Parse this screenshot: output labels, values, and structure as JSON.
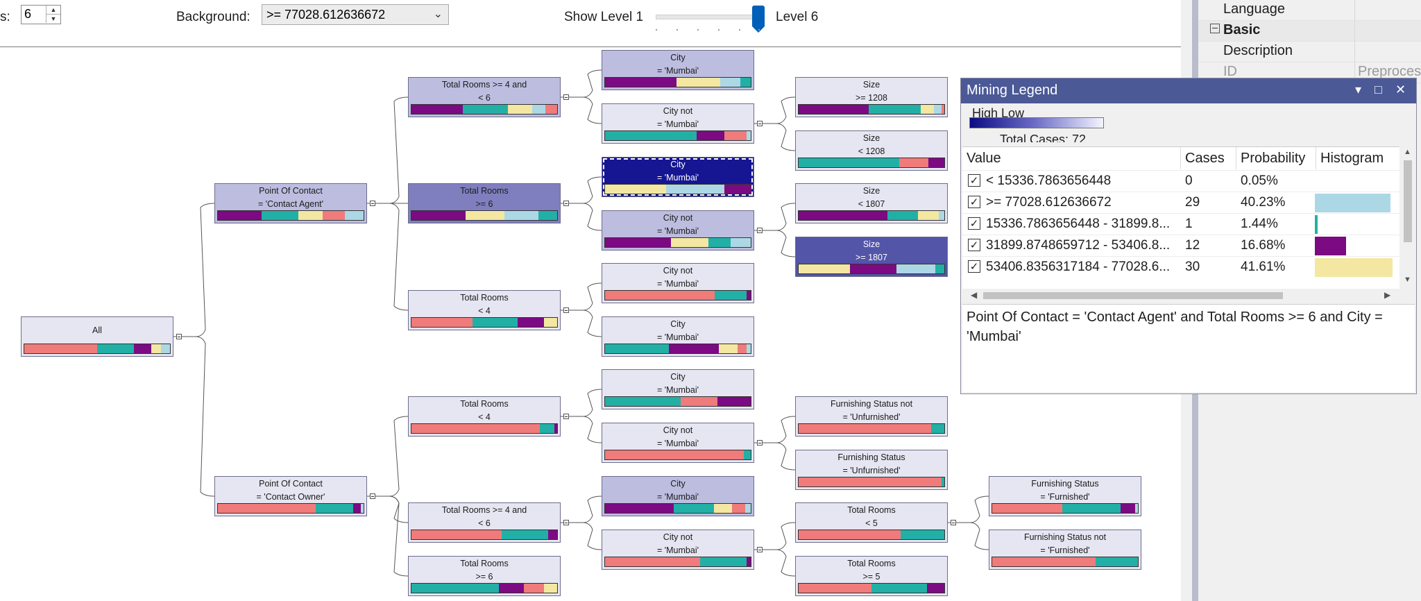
{
  "toolbar": {
    "levels_label": "s:",
    "levels_value": "6",
    "background_label": "Background:",
    "background_value": ">= 77028.612636672",
    "show_level_label": "Show Level 1",
    "level_max_label": "Level 6",
    "slider_value_level": 6
  },
  "colors": {
    "salmon": "#ef7b7b",
    "teal": "#22b0a6",
    "purple": "#7c0a82",
    "cream": "#f3e7a2",
    "lightblue": "#acd8e6",
    "node_light": "#e6e6f2",
    "node_mid": "#bdbde0",
    "node_dark": "#7f7fbf",
    "node_darker": "#5355a8",
    "node_selected": "#161693",
    "legend_header": "#4b5997"
  },
  "tree": {
    "nodes": [
      {
        "id": "all",
        "line1": "All",
        "line2": "",
        "shade": "node_light",
        "bar": [
          [
            "salmon",
            50
          ],
          [
            "teal",
            25
          ],
          [
            "purple",
            12
          ],
          [
            "cream",
            7
          ],
          [
            "lightblue",
            6
          ]
        ]
      },
      {
        "id": "poc-agent",
        "line1": "Point Of Contact",
        "line2": "= 'Contact Agent'",
        "shade": "node_mid",
        "bar": [
          [
            "purple",
            30
          ],
          [
            "teal",
            25
          ],
          [
            "cream",
            17
          ],
          [
            "salmon",
            15
          ],
          [
            "lightblue",
            13
          ]
        ]
      },
      {
        "id": "poc-owner",
        "line1": "Point Of Contact",
        "line2": "= 'Contact Owner'",
        "shade": "node_light",
        "bar": [
          [
            "salmon",
            67
          ],
          [
            "teal",
            26
          ],
          [
            "purple",
            5
          ],
          [
            "lightblue",
            2
          ]
        ]
      },
      {
        "id": "a-tr-4-6",
        "line1": "Total Rooms >= 4 and",
        "line2": "< 6",
        "shade": "node_mid",
        "bar": [
          [
            "purple",
            35
          ],
          [
            "teal",
            31
          ],
          [
            "cream",
            17
          ],
          [
            "lightblue",
            9
          ],
          [
            "salmon",
            8
          ]
        ]
      },
      {
        "id": "a-tr-ge6",
        "line1": "Total Rooms",
        "line2": ">= 6",
        "shade": "node_dark",
        "bar": [
          [
            "purple",
            37
          ],
          [
            "cream",
            27
          ],
          [
            "lightblue",
            23
          ],
          [
            "teal",
            13
          ]
        ]
      },
      {
        "id": "a-tr-lt4",
        "line1": "Total Rooms",
        "line2": "< 4",
        "shade": "node_light",
        "bar": [
          [
            "salmon",
            42
          ],
          [
            "teal",
            31
          ],
          [
            "purple",
            18
          ],
          [
            "cream",
            9
          ]
        ]
      },
      {
        "id": "o-tr-lt4",
        "line1": "Total Rooms",
        "line2": "< 4",
        "shade": "node_light",
        "bar": [
          [
            "salmon",
            88
          ],
          [
            "teal",
            10
          ],
          [
            "purple",
            2
          ]
        ]
      },
      {
        "id": "o-tr-4-6",
        "line1": "Total Rooms >= 4 and",
        "line2": "< 6",
        "shade": "node_light",
        "bar": [
          [
            "salmon",
            62
          ],
          [
            "teal",
            32
          ],
          [
            "purple",
            6
          ]
        ]
      },
      {
        "id": "o-tr-ge6",
        "line1": "Total Rooms",
        "line2": ">= 6",
        "shade": "node_light",
        "bar": [
          [
            "teal",
            60
          ],
          [
            "purple",
            17
          ],
          [
            "salmon",
            14
          ],
          [
            "cream",
            9
          ]
        ]
      },
      {
        "id": "c1",
        "line1": "City",
        "line2": "= 'Mumbai'",
        "shade": "node_mid",
        "bar": [
          [
            "purple",
            49
          ],
          [
            "cream",
            30
          ],
          [
            "lightblue",
            14
          ],
          [
            "teal",
            7
          ]
        ]
      },
      {
        "id": "c2",
        "line1": "City not",
        "line2": "= 'Mumbai'",
        "shade": "node_light",
        "bar": [
          [
            "teal",
            63
          ],
          [
            "purple",
            19
          ],
          [
            "salmon",
            15
          ],
          [
            "lightblue",
            3
          ]
        ]
      },
      {
        "id": "c3",
        "line1": "City",
        "line2": "= 'Mumbai'",
        "shade": "node_selected",
        "bar": [
          [
            "cream",
            42
          ],
          [
            "lightblue",
            40
          ],
          [
            "purple",
            18
          ]
        ]
      },
      {
        "id": "c4",
        "line1": "City not",
        "line2": "= 'Mumbai'",
        "shade": "node_mid",
        "bar": [
          [
            "purple",
            45
          ],
          [
            "cream",
            26
          ],
          [
            "teal",
            15
          ],
          [
            "lightblue",
            14
          ]
        ]
      },
      {
        "id": "c5",
        "line1": "City not",
        "line2": "= 'Mumbai'",
        "shade": "node_light",
        "bar": [
          [
            "salmon",
            75
          ],
          [
            "teal",
            22
          ],
          [
            "purple",
            3
          ]
        ]
      },
      {
        "id": "c6",
        "line1": "City",
        "line2": "= 'Mumbai'",
        "shade": "node_light",
        "bar": [
          [
            "teal",
            44
          ],
          [
            "purple",
            34
          ],
          [
            "cream",
            13
          ],
          [
            "salmon",
            6
          ],
          [
            "lightblue",
            3
          ]
        ]
      },
      {
        "id": "c7",
        "line1": "City",
        "line2": "= 'Mumbai'",
        "shade": "node_light",
        "bar": [
          [
            "teal",
            52
          ],
          [
            "salmon",
            25
          ],
          [
            "purple",
            23
          ]
        ]
      },
      {
        "id": "c8",
        "line1": "City not",
        "line2": "= 'Mumbai'",
        "shade": "node_light",
        "bar": [
          [
            "salmon",
            95
          ],
          [
            "teal",
            5
          ]
        ]
      },
      {
        "id": "c9",
        "line1": "City",
        "line2": "= 'Mumbai'",
        "shade": "node_mid",
        "bar": [
          [
            "purple",
            47
          ],
          [
            "teal",
            28
          ],
          [
            "cream",
            12
          ],
          [
            "salmon",
            9
          ],
          [
            "lightblue",
            4
          ]
        ]
      },
      {
        "id": "c10",
        "line1": "City not",
        "line2": "= 'Mumbai'",
        "shade": "node_light",
        "bar": [
          [
            "salmon",
            65
          ],
          [
            "teal",
            32
          ],
          [
            "purple",
            3
          ]
        ]
      },
      {
        "id": "s1",
        "line1": "Size",
        "line2": ">= 1208",
        "shade": "node_light",
        "bar": [
          [
            "purple",
            48
          ],
          [
            "teal",
            36
          ],
          [
            "cream",
            9
          ],
          [
            "lightblue",
            5
          ],
          [
            "salmon",
            2
          ]
        ]
      },
      {
        "id": "s2",
        "line1": "Size",
        "line2": "< 1208",
        "shade": "node_light",
        "bar": [
          [
            "teal",
            69
          ],
          [
            "salmon",
            20
          ],
          [
            "purple",
            11
          ]
        ]
      },
      {
        "id": "s3",
        "line1": "Size",
        "line2": "< 1807",
        "shade": "node_light",
        "bar": [
          [
            "purple",
            61
          ],
          [
            "teal",
            21
          ],
          [
            "cream",
            14
          ],
          [
            "lightblue",
            4
          ]
        ]
      },
      {
        "id": "s4",
        "line1": "Size",
        "line2": ">= 1807",
        "shade": "node_darker",
        "bar": [
          [
            "cream",
            35
          ],
          [
            "purple",
            32
          ],
          [
            "lightblue",
            27
          ],
          [
            "teal",
            6
          ]
        ]
      },
      {
        "id": "f1",
        "line1": "Furnishing Status not",
        "line2": "= 'Unfurnished'",
        "shade": "node_light",
        "bar": [
          [
            "salmon",
            91
          ],
          [
            "teal",
            9
          ]
        ]
      },
      {
        "id": "f2",
        "line1": "Furnishing Status",
        "line2": "= 'Unfurnished'",
        "shade": "node_light",
        "bar": [
          [
            "salmon",
            98
          ],
          [
            "teal",
            2
          ]
        ]
      },
      {
        "id": "t1",
        "line1": "Total Rooms",
        "line2": "< 5",
        "shade": "node_light",
        "bar": [
          [
            "salmon",
            70
          ],
          [
            "teal",
            30
          ]
        ]
      },
      {
        "id": "t2",
        "line1": "Total Rooms",
        "line2": ">= 5",
        "shade": "node_light",
        "bar": [
          [
            "salmon",
            50
          ],
          [
            "teal",
            38
          ],
          [
            "purple",
            12
          ]
        ]
      },
      {
        "id": "ff1",
        "line1": "Furnishing Status",
        "line2": "= 'Furnished'",
        "shade": "node_light",
        "bar": [
          [
            "salmon",
            48
          ],
          [
            "teal",
            40
          ],
          [
            "purple",
            10
          ],
          [
            "lightblue",
            2
          ]
        ]
      },
      {
        "id": "ff2",
        "line1": "Furnishing Status not",
        "line2": "= 'Furnished'",
        "shade": "node_light",
        "bar": [
          [
            "salmon",
            71
          ],
          [
            "teal",
            29
          ]
        ]
      }
    ]
  },
  "properties": {
    "rows": [
      {
        "key": "Language",
        "value": ""
      },
      {
        "key": "Basic",
        "value": ""
      },
      {
        "key": "Description",
        "value": ""
      },
      {
        "key": "ID",
        "value": "Preproces"
      }
    ]
  },
  "legend": {
    "title": "Mining Legend",
    "high_low": "High          Low",
    "total_cases": "Total Cases: 72",
    "columns": [
      "Value",
      "Cases",
      "Probability",
      "Histogram"
    ],
    "rows": [
      {
        "value": "< 15336.7863656448",
        "cases": "0",
        "probability": "0.05%",
        "color": "salmon",
        "hist_fraction": 0.0
      },
      {
        "value": ">= 77028.612636672",
        "cases": "29",
        "probability": "40.23%",
        "color": "lightblue",
        "hist_fraction": 0.97
      },
      {
        "value": "15336.7863656448 - 31899.8...",
        "cases": "1",
        "probability": "1.44%",
        "color": "teal",
        "hist_fraction": 0.03
      },
      {
        "value": "31899.8748659712 - 53406.8...",
        "cases": "12",
        "probability": "16.68%",
        "color": "purple",
        "hist_fraction": 0.4
      },
      {
        "value": "53406.8356317184 - 77028.6...",
        "cases": "30",
        "probability": "41.61%",
        "color": "cream",
        "hist_fraction": 1.0
      }
    ],
    "description": "Point Of Contact = 'Contact Agent' and Total Rooms >= 6 and City = 'Mumbai'"
  }
}
